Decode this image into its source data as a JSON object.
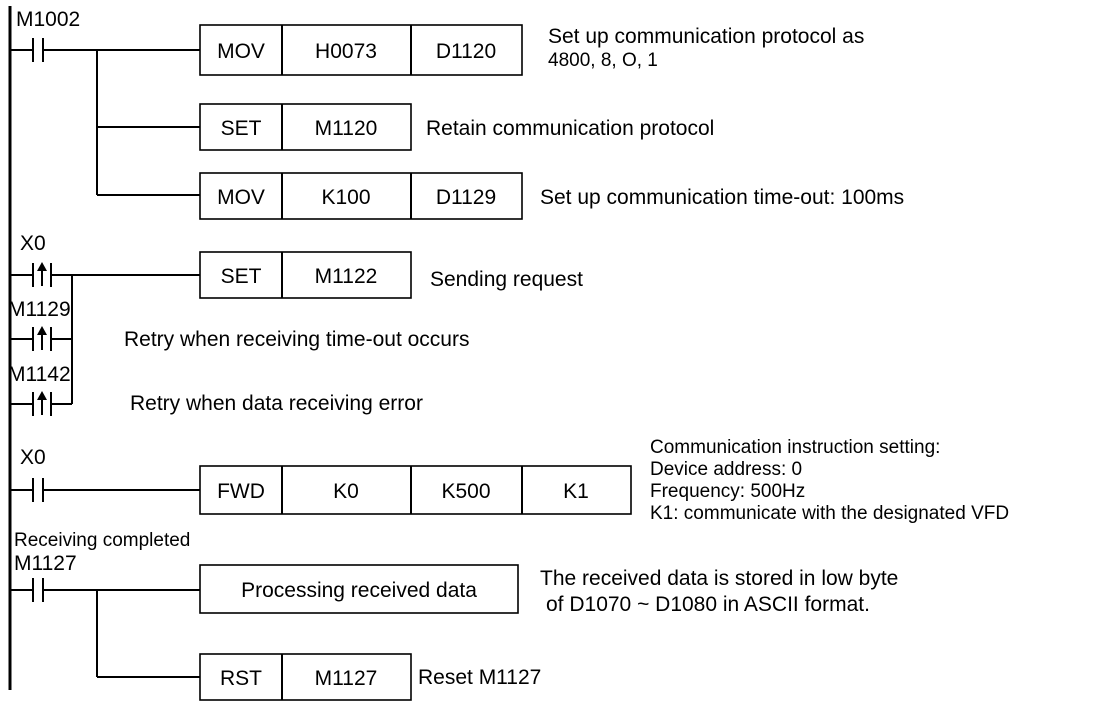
{
  "rungs": {
    "r1": {
      "contact": "M1002",
      "mov1": {
        "op": "MOV",
        "src": "H0073",
        "dst": "D1120",
        "comment": [
          "Set up communication protocol as",
          "4800, 8, O, 1"
        ]
      },
      "set1": {
        "op": "SET",
        "dev": "M1120",
        "comment": "Retain communication protocol"
      },
      "mov2": {
        "op": "MOV",
        "src": "K100",
        "dst": "D1129",
        "comment": "Set up communication time-out: 100ms"
      }
    },
    "r2": {
      "contact": "X0",
      "set": {
        "op": "SET",
        "dev": "M1122",
        "comment": "Sending request"
      },
      "branch1": {
        "contact": "M1129",
        "comment": "Retry when receiving time-out occurs"
      },
      "branch2": {
        "contact": "M1142",
        "comment": "Retry when data receiving error"
      }
    },
    "r3": {
      "contact": "X0",
      "fwd": {
        "op": "FWD",
        "p1": "K0",
        "p2": "K500",
        "p3": "K1"
      },
      "comment": [
        "Communication instruction setting:",
        "Device address: 0",
        "Frequency: 500Hz",
        "K1: communicate with the designated VFD"
      ]
    },
    "r4": {
      "label": "Receiving completed",
      "contact": "M1127",
      "process": "Processing received data",
      "comment": [
        "The received data is stored in low byte",
        "of D1070 ~ D1080 in ASCII format."
      ],
      "rst": {
        "op": "RST",
        "dev": "M1127",
        "comment": "Reset M1127"
      }
    }
  }
}
